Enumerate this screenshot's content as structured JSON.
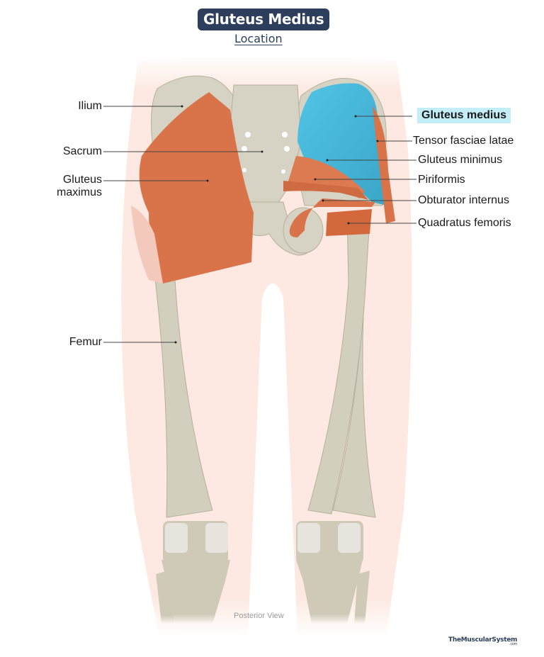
{
  "header": {
    "title": "Gluteus Medius",
    "subtitle": "Location"
  },
  "labels_left": [
    {
      "id": "ilium",
      "text": "Ilium"
    },
    {
      "id": "sacrum",
      "text": "Sacrum"
    },
    {
      "id": "gluteus-maximus",
      "text": "Gluteus\nmaximus",
      "line1": "Gluteus",
      "line2": "maximus"
    },
    {
      "id": "femur",
      "text": "Femur"
    }
  ],
  "labels_right": [
    {
      "id": "gluteus-medius",
      "text": "Gluteus medius",
      "highlighted": true
    },
    {
      "id": "tensor-fasciae-latae",
      "text": "Tensor fasciae latae"
    },
    {
      "id": "gluteus-minimus",
      "text": "Gluteus minimus"
    },
    {
      "id": "piriformis",
      "text": "Piriformis"
    },
    {
      "id": "obturator-internus",
      "text": "Obturator internus"
    },
    {
      "id": "quadratus-femoris",
      "text": "Quadratus femoris"
    }
  ],
  "caption": "Posterior View",
  "brand": {
    "name": "TheMuscularSystem",
    "suffix": ".com"
  },
  "colors": {
    "title_bg": "#2c3e5c",
    "highlight_bg": "#c3eef8",
    "target_muscle": "#3fb6dc",
    "muscle": "#d9744a",
    "bone": "#d6d3c4",
    "skin": "#fde9e1"
  }
}
